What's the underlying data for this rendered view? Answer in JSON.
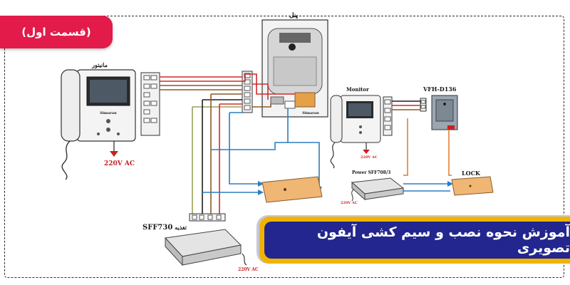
{
  "badge": {
    "label": "(قسمت اول)"
  },
  "title_banner": {
    "text": "آموزش نحوه نصب و سیم کشی آیفون تصویری"
  },
  "diagram": {
    "labels": {
      "monitor_fa": "مانیتور",
      "panel_fa": "پنل",
      "supply_fa": "تغذیه",
      "power_main": "220V AC",
      "supply_model": "SFF730",
      "supply_ac": "220V AC",
      "panel_brand": "Simaran",
      "monitor_brand": "Simaran",
      "monitor_en": "Monitor",
      "door_station": "VFH-D136",
      "power_small": "Power SFF708/3",
      "power_small_ac": "220V AC",
      "monitor_small_ac": "220V AC",
      "lock": "LOCK"
    },
    "colors": {
      "red": "#d22a2a",
      "blue": "#2b7fc0",
      "brown": "#8a5a2b",
      "black": "#1e1e1e",
      "green": "#9aa25a",
      "orange": "#e07a2a"
    }
  }
}
